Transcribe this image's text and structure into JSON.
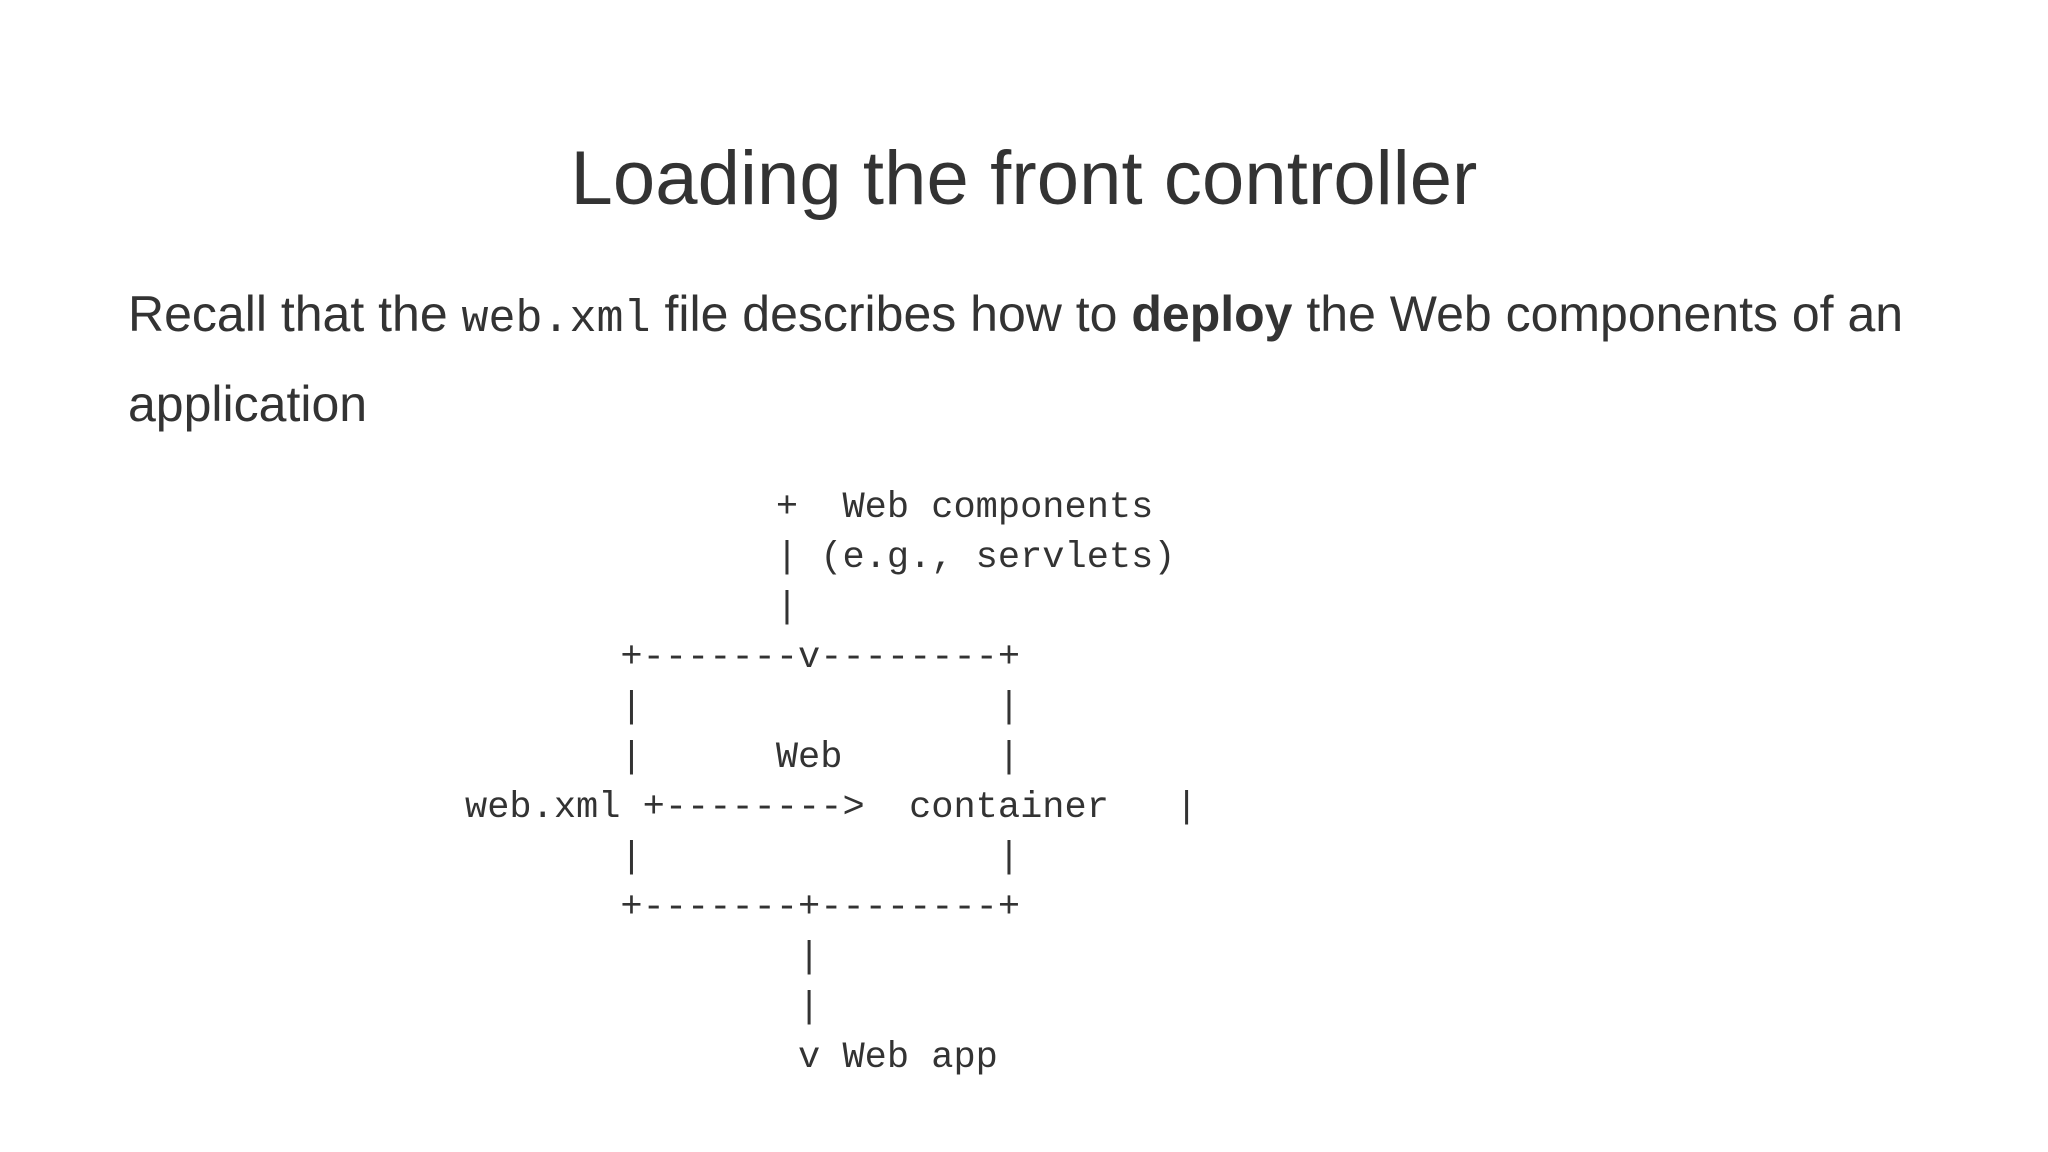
{
  "slide": {
    "background_color": "#ffffff",
    "text_color": "#333333",
    "title": "Loading the front controller",
    "body": {
      "lead_text": "Recall that the ",
      "code_term": "web.xml",
      "middle_text": " file describes how to ",
      "emphasis_text": "deploy",
      "tail_text": " the Web components of an application"
    },
    "diagram": {
      "type": "ascii-art",
      "lines": [
        "              +  Web components",
        "              | (e.g., servlets)",
        "              |",
        "       +-------v--------+",
        "       |                |",
        "       |      Web       |",
        "web.xml +-------->   container      |",
        "       |                |",
        "       +-------+--------+",
        "               |",
        "               |",
        "               v Web app"
      ],
      "text": "              +  Web components\n              | (e.g., servlets)\n              |\n       +-------v--------+\n       |                |\n       |      Web       |\nweb.xml +-------->  container   |\n       |                |\n       +-------+--------+\n               |\n               |\n               v Web app",
      "labels": {
        "web_components": "Web components",
        "servlets_example": "(e.g., servlets)",
        "web_container": "Web container",
        "web_xml_file": "web.xml",
        "web_app": "Web app"
      }
    }
  }
}
